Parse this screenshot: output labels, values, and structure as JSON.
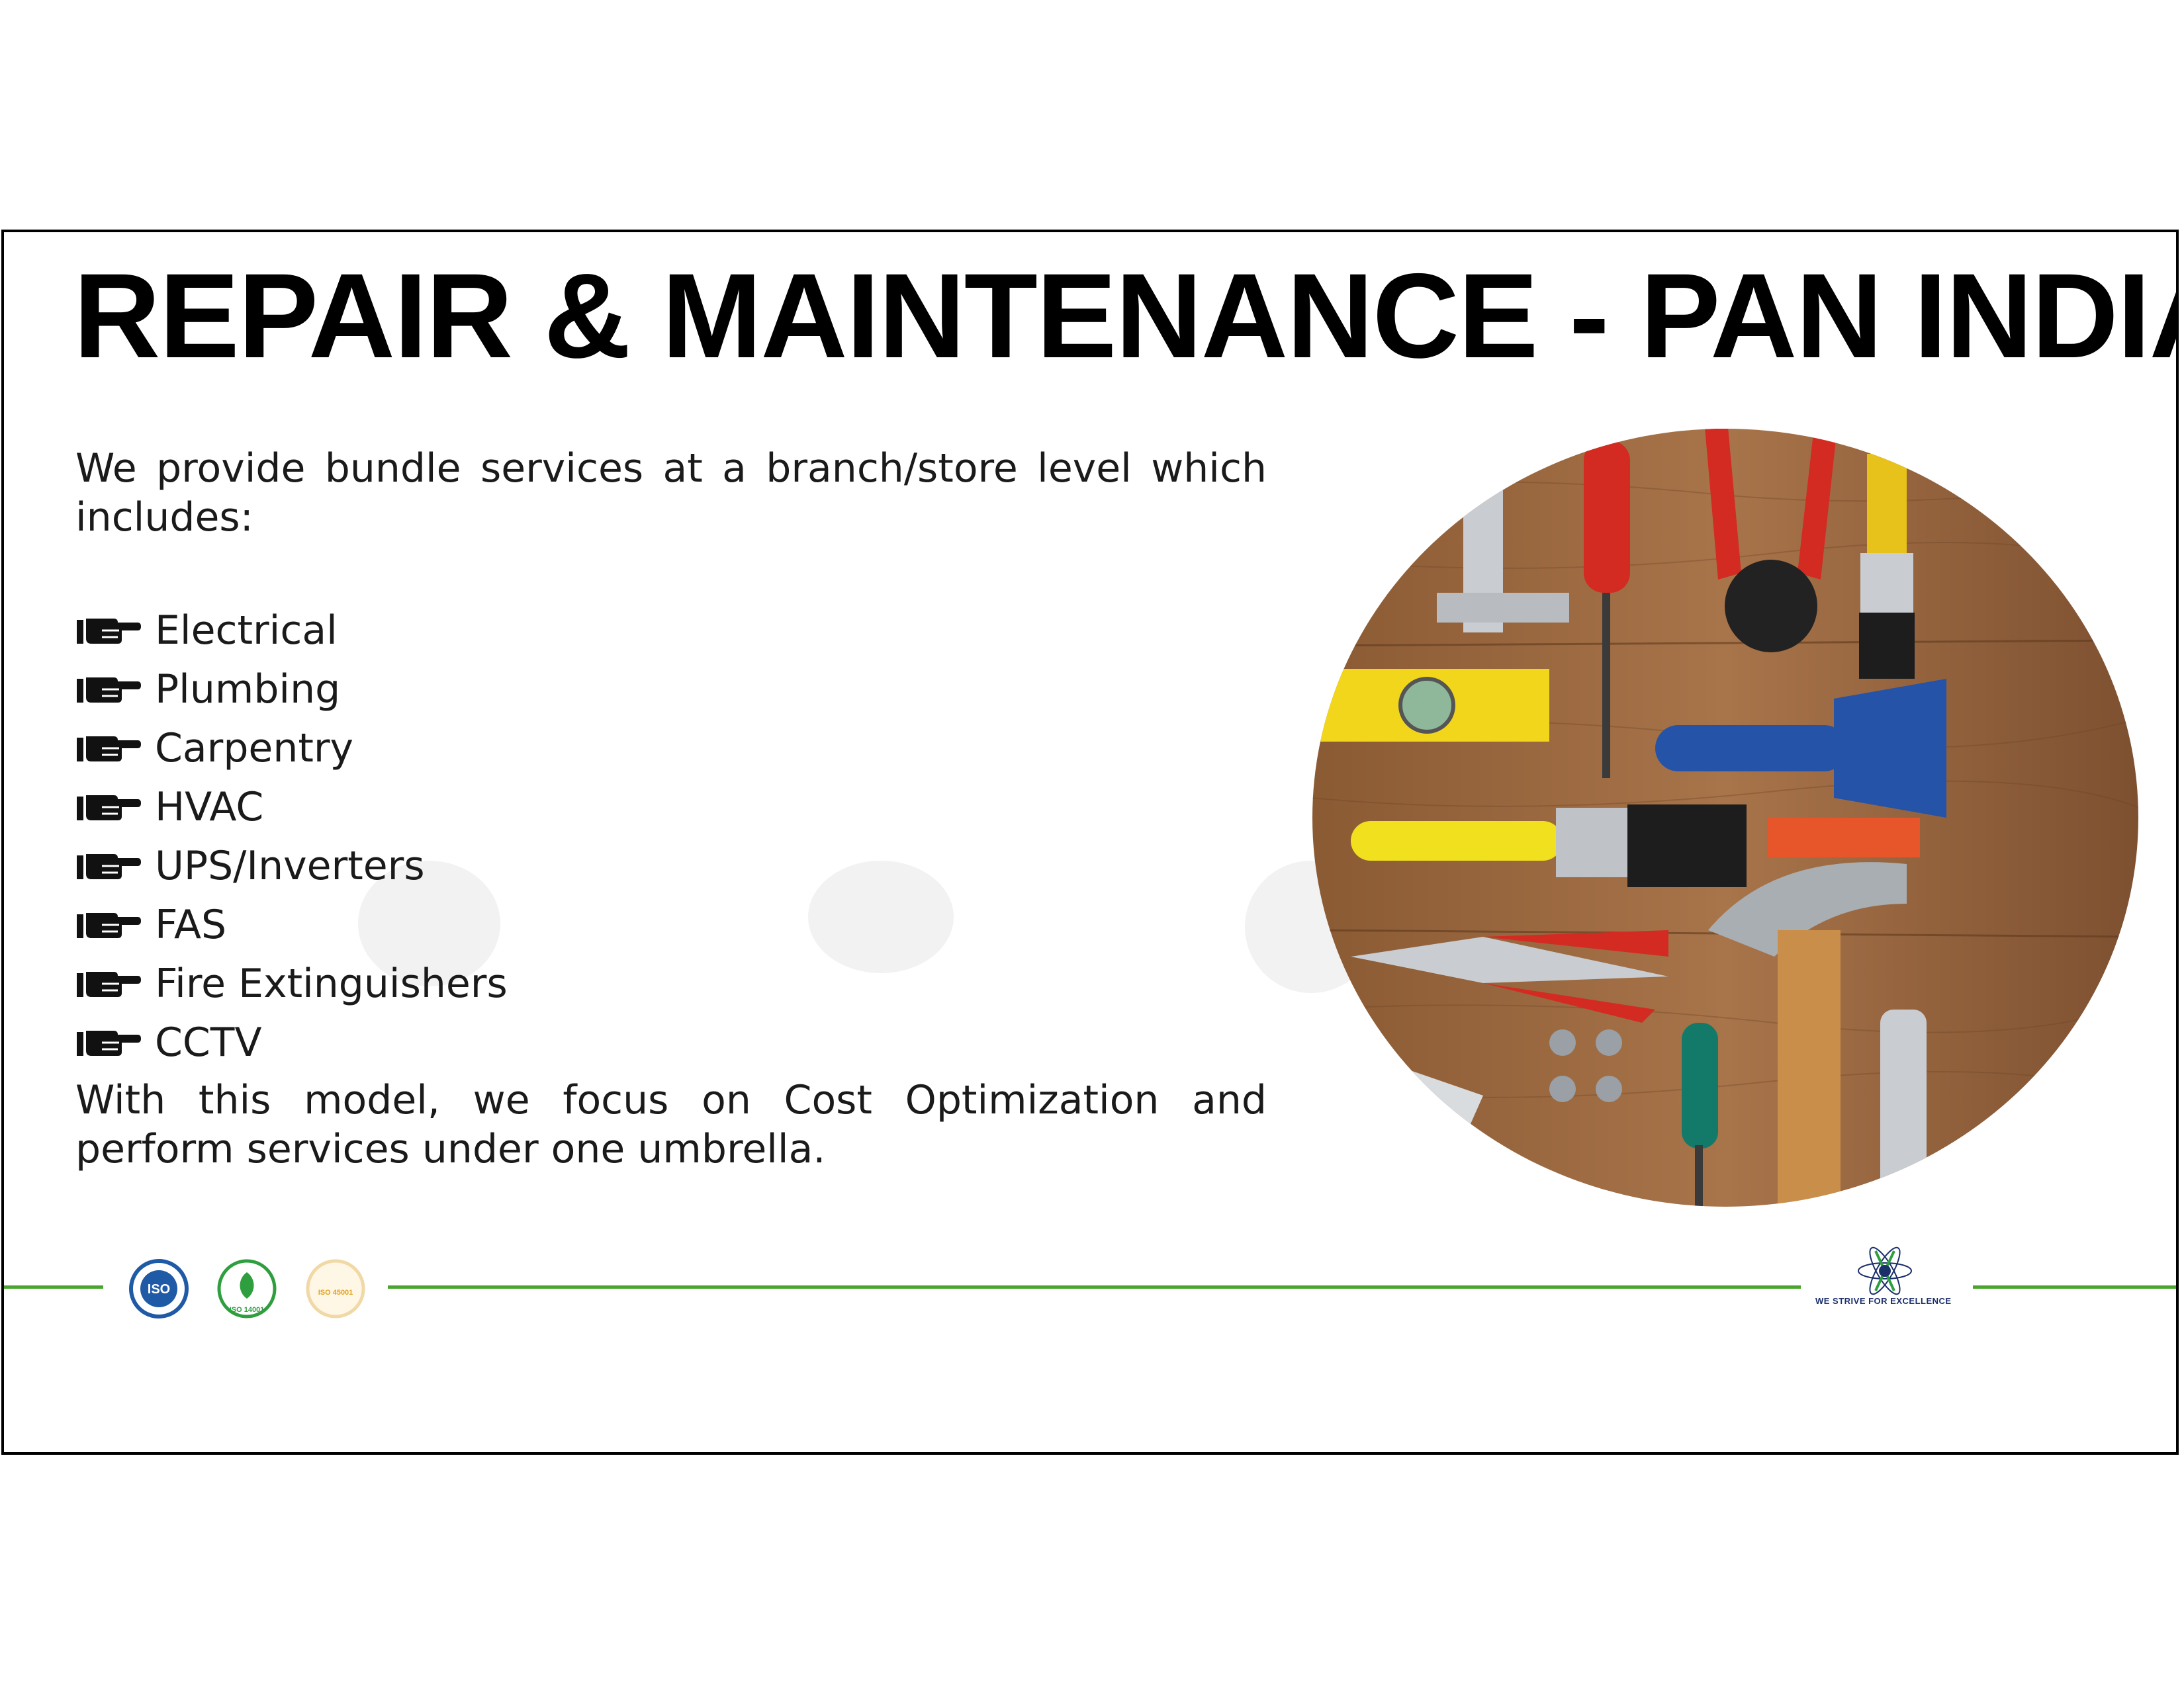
{
  "slide": {
    "title": "REPAIR & MAINTENANCE - PAN INDIA",
    "intro": "We provide bundle services at a branch/store level which includes:",
    "services": [
      "Electrical",
      "Plumbing",
      "Carpentry",
      "HVAC",
      "UPS/Inverters",
      "FAS",
      "Fire Extinguishers",
      "CCTV"
    ],
    "outro": "With this model, we focus on Cost Optimization and perform services under one umbrella."
  },
  "footer": {
    "badges": [
      "ISO",
      "ISO 14001",
      "ISO 45001"
    ],
    "tagline": "WE STRIVE FOR EXCELLENCE"
  },
  "colors": {
    "accent_line": "#4aa52e",
    "iso_blue": "#1f5aa6",
    "iso_green": "#2f9e3f",
    "iso_gold": "#e0a21c"
  },
  "icons": {
    "bullet": "pointing-hand-icon",
    "photo": "tools-collage"
  }
}
